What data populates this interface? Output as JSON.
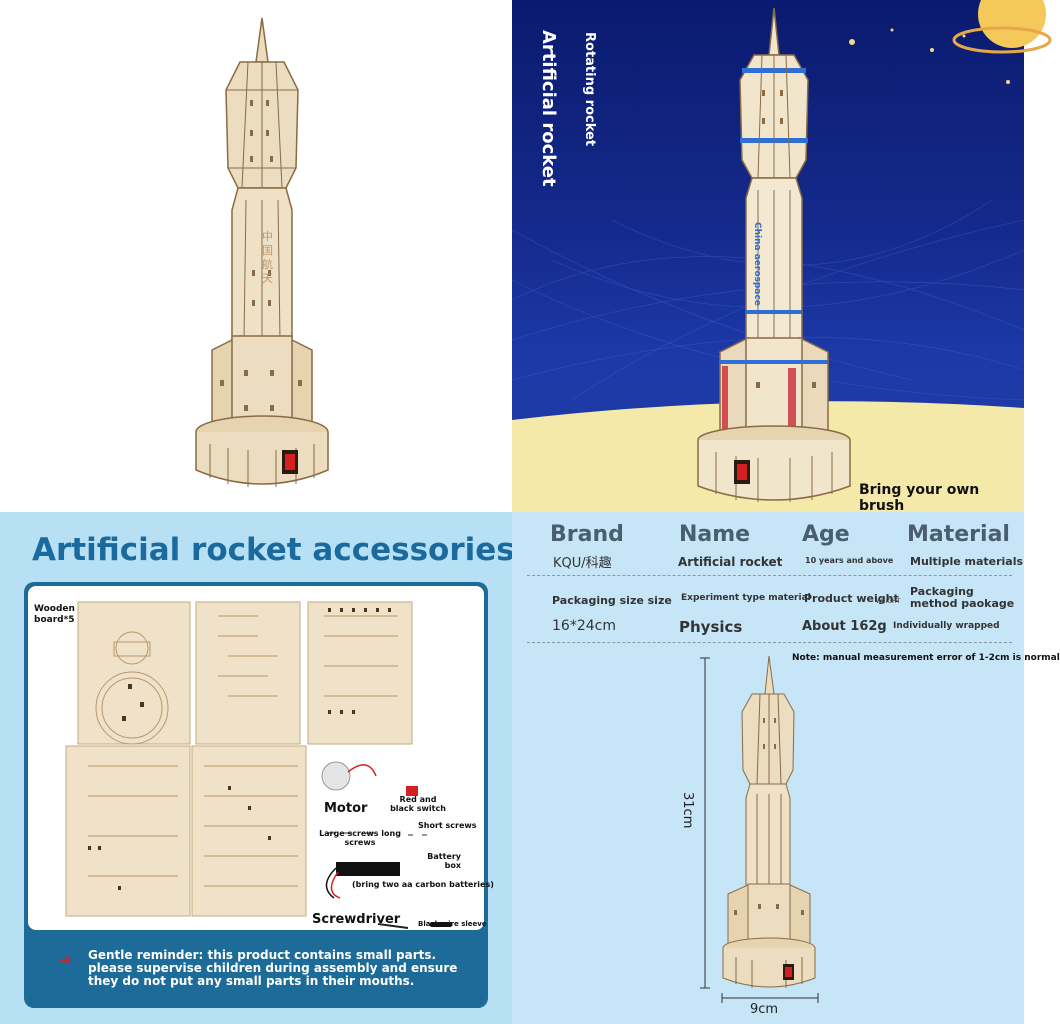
{
  "top_right": {
    "title_line1": "Rotating rocket",
    "title_line2": "Artificial rocket",
    "caption": "Bring your own brush",
    "rocket_text": "China aerospace"
  },
  "top_left": {
    "rocket_chinese": "中国航天"
  },
  "accessories": {
    "title": "Artificial rocket accessories",
    "wooden_board": "Wooden board*5",
    "motor": "Motor",
    "switch": "Red and black switch",
    "large_screws": "Large screws long screws",
    "short_screws": "Short screws",
    "battery_box": "Battery box",
    "battery_note": "(bring two aa carbon batteries)",
    "screwdriver": "Screwdriver",
    "wire_sleeve": "Black wire sleeve",
    "reminder": "Gentle reminder: this product contains small parts. please supervise children during assembly and ensure they do not put any small parts in their mouths."
  },
  "specs": {
    "brand_h": "Brand",
    "brand_v": "KQU/科趣",
    "name_h": "Name",
    "name_v": "Artificial rocket",
    "age_h": "Age",
    "age_v": "10 years and above",
    "material_h": "Material",
    "material_v": "Multiple materials",
    "pack_size_h": "Packaging size size",
    "pack_size_v": "16*24cm",
    "exp_h": "Experiment type material",
    "exp_v": "Physics",
    "weight_h": "Product weight",
    "weight_tag": "WEIGHT",
    "weight_v": "About 162g",
    "pack_method_h": "Packaging method paokage",
    "pack_method_v": "Individually wrapped",
    "note": "Note: manual measurement error of 1-2cm is normal",
    "height": "31cm",
    "width": "9cm"
  },
  "colors": {
    "wood": "#ecdcc0",
    "wood_dark": "#d8c19a",
    "outline": "#8a6b44",
    "title_blue": "#1a6a9e",
    "reminder_bg": "#1c6b99",
    "switch_red": "#d42020"
  }
}
